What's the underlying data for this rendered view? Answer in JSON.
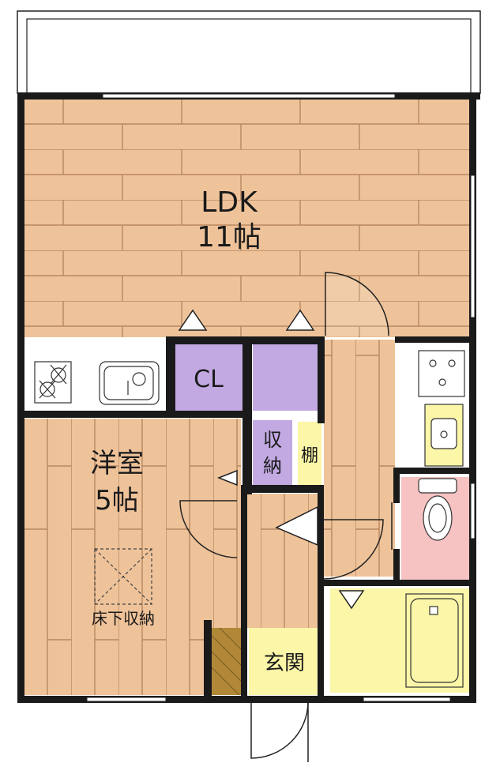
{
  "rooms": {
    "ldk": {
      "name": "LDK",
      "size": "11帖"
    },
    "western": {
      "name": "洋室",
      "size": "5帖"
    },
    "closet": {
      "name": "CL"
    },
    "storage": {
      "name": "収納"
    },
    "shelf": {
      "name": "棚"
    },
    "entrance": {
      "name": "玄関"
    },
    "underfloor": {
      "name": "床下収納"
    }
  },
  "colors": {
    "floor_wood": "#efc39a",
    "wood_lines": "#b88860",
    "closet_purple": "#c2a9e2",
    "shelf_yellow": "#fbf6a8",
    "bath_yellow": "#fbf6a8",
    "toilet_pink": "#f6c2c2",
    "shoebox": "#b08838",
    "wall": "#1a1a1a"
  },
  "icons": {
    "stove": "stove-icon",
    "sink": "kitchen-sink-icon",
    "washer": "washer-pan-icon",
    "wash_basin": "wash-basin-icon",
    "toilet": "toilet-icon",
    "bathtub": "bathtub-icon"
  }
}
